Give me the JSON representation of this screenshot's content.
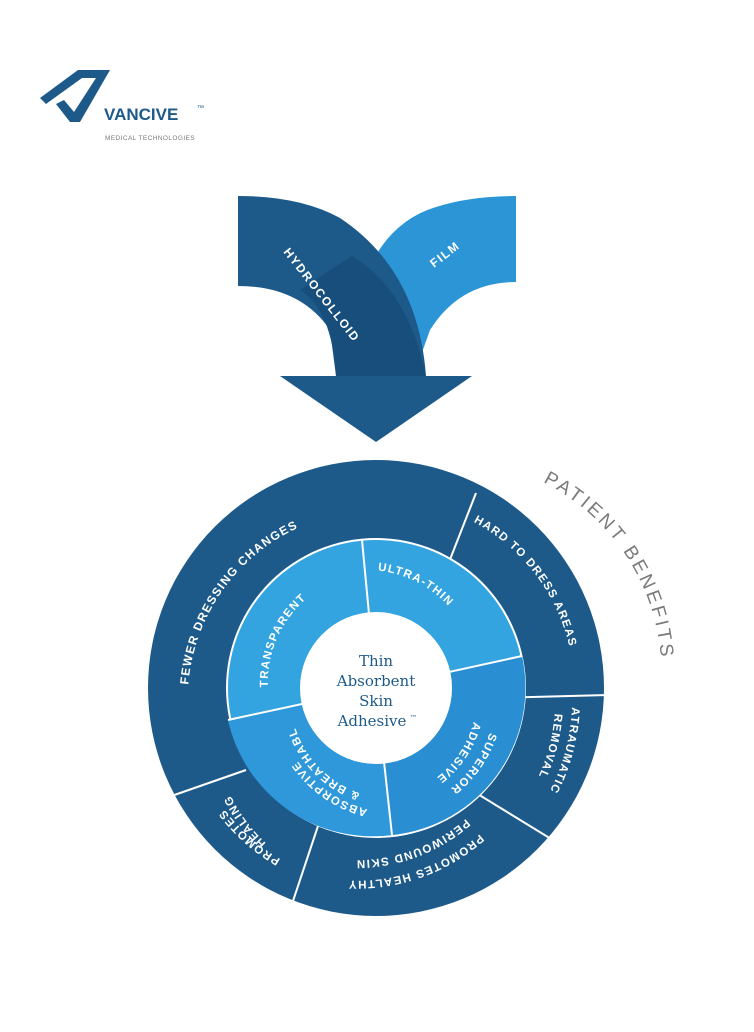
{
  "logo": {
    "name": "VANCIVE",
    "tm": "™",
    "subtitle": "MEDICAL TECHNOLOGIES"
  },
  "arrows": {
    "left_label": "HYDROCOLLOID",
    "right_label": "FILM"
  },
  "center": {
    "line1": "Thin",
    "line2": "Absorbent",
    "line3": "Skin",
    "line4": "Adhesive",
    "tm": "™"
  },
  "inner_ring": {
    "transparent": "TRANSPARENT",
    "ultra_thin": "ULTRA-THIN",
    "superior_line1": "SUPERIOR",
    "superior_line2": "ADHESIVE",
    "absorptive_line1": "ABSORPTIVE",
    "absorptive_line2": "& BREATHABLE"
  },
  "outer_ring": {
    "fewer_changes": "FEWER DRESSING CHANGES",
    "hard_to_dress": "HARD TO DRESS AREAS",
    "atraumatic_line1": "ATRAUMATIC",
    "atraumatic_line2": "REMOVAL",
    "periwound_line1": "PROMOTES HEALTHY",
    "periwound_line2": "PERIWOUND SKIN",
    "healing_line1": "PROMOTES",
    "healing_line2": "HEALING"
  },
  "side_title": "PATIENT BENEFITS",
  "colors": {
    "dark_blue": "#1d5a8a",
    "mid_blue": "#2a8fd2",
    "light_blue": "#34a4e0",
    "divider": "#ffffff"
  }
}
